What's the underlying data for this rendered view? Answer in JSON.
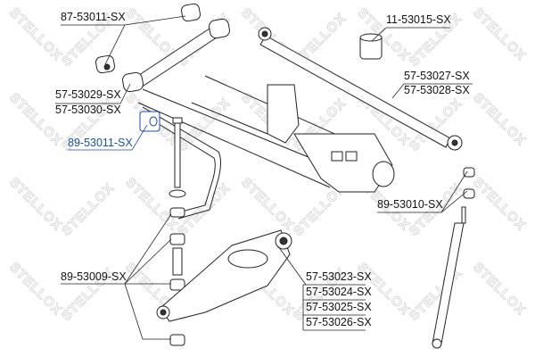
{
  "watermark": "STELLOX",
  "colors": {
    "line": "#222222",
    "highlight": "#1a4fa0",
    "watermark": "#d8d8d8"
  },
  "labels": {
    "upper_arm_bushing": "87-53011-SX",
    "arm_bushing_a": "57-53029-SX",
    "arm_bushing_b": "57-53030-SX",
    "stabilizer_bushing": "89-53011-SX",
    "bump_stop": "11-53015-SX",
    "lateral_rod_a": "57-53027-SX",
    "lateral_rod_b": "57-53028-SX",
    "shock_bushing": "89-53010-SX",
    "link_bushing": "89-53009-SX",
    "lower_arm_a": "57-53023-SX",
    "lower_arm_b": "57-53024-SX",
    "lower_arm_c": "57-53025-SX",
    "lower_arm_d": "57-53026-SX"
  }
}
